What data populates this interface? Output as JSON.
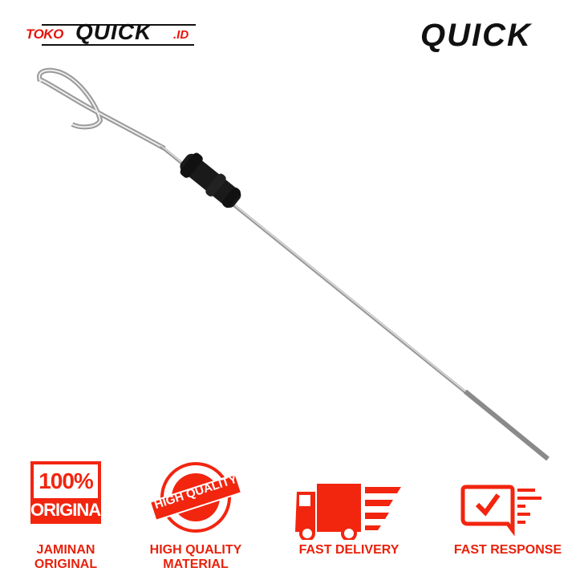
{
  "header": {
    "store_logo": {
      "prefix": "TOKO",
      "name": "QUICK",
      "suffix": ".ID"
    },
    "brand_logo": "QUICK"
  },
  "product": {
    "name": "oil-dipstick"
  },
  "badges": [
    {
      "icon": "original-stamp-icon",
      "icon_text_top": "100%",
      "icon_text_bottom": "ORIGINAL",
      "line1": "JAMINAN",
      "line2": "ORIGINAL"
    },
    {
      "icon": "high-quality-seal-icon",
      "icon_text": "HIGH QUALITY",
      "line1": "HIGH QUALITY",
      "line2": "MATERIAL"
    },
    {
      "icon": "delivery-truck-icon",
      "line1": "FAST DELIVERY"
    },
    {
      "icon": "chat-check-icon",
      "line1": "FAST RESPONSE"
    }
  ],
  "colors": {
    "accent": "#f2250f",
    "logo_dark": "#111111"
  }
}
